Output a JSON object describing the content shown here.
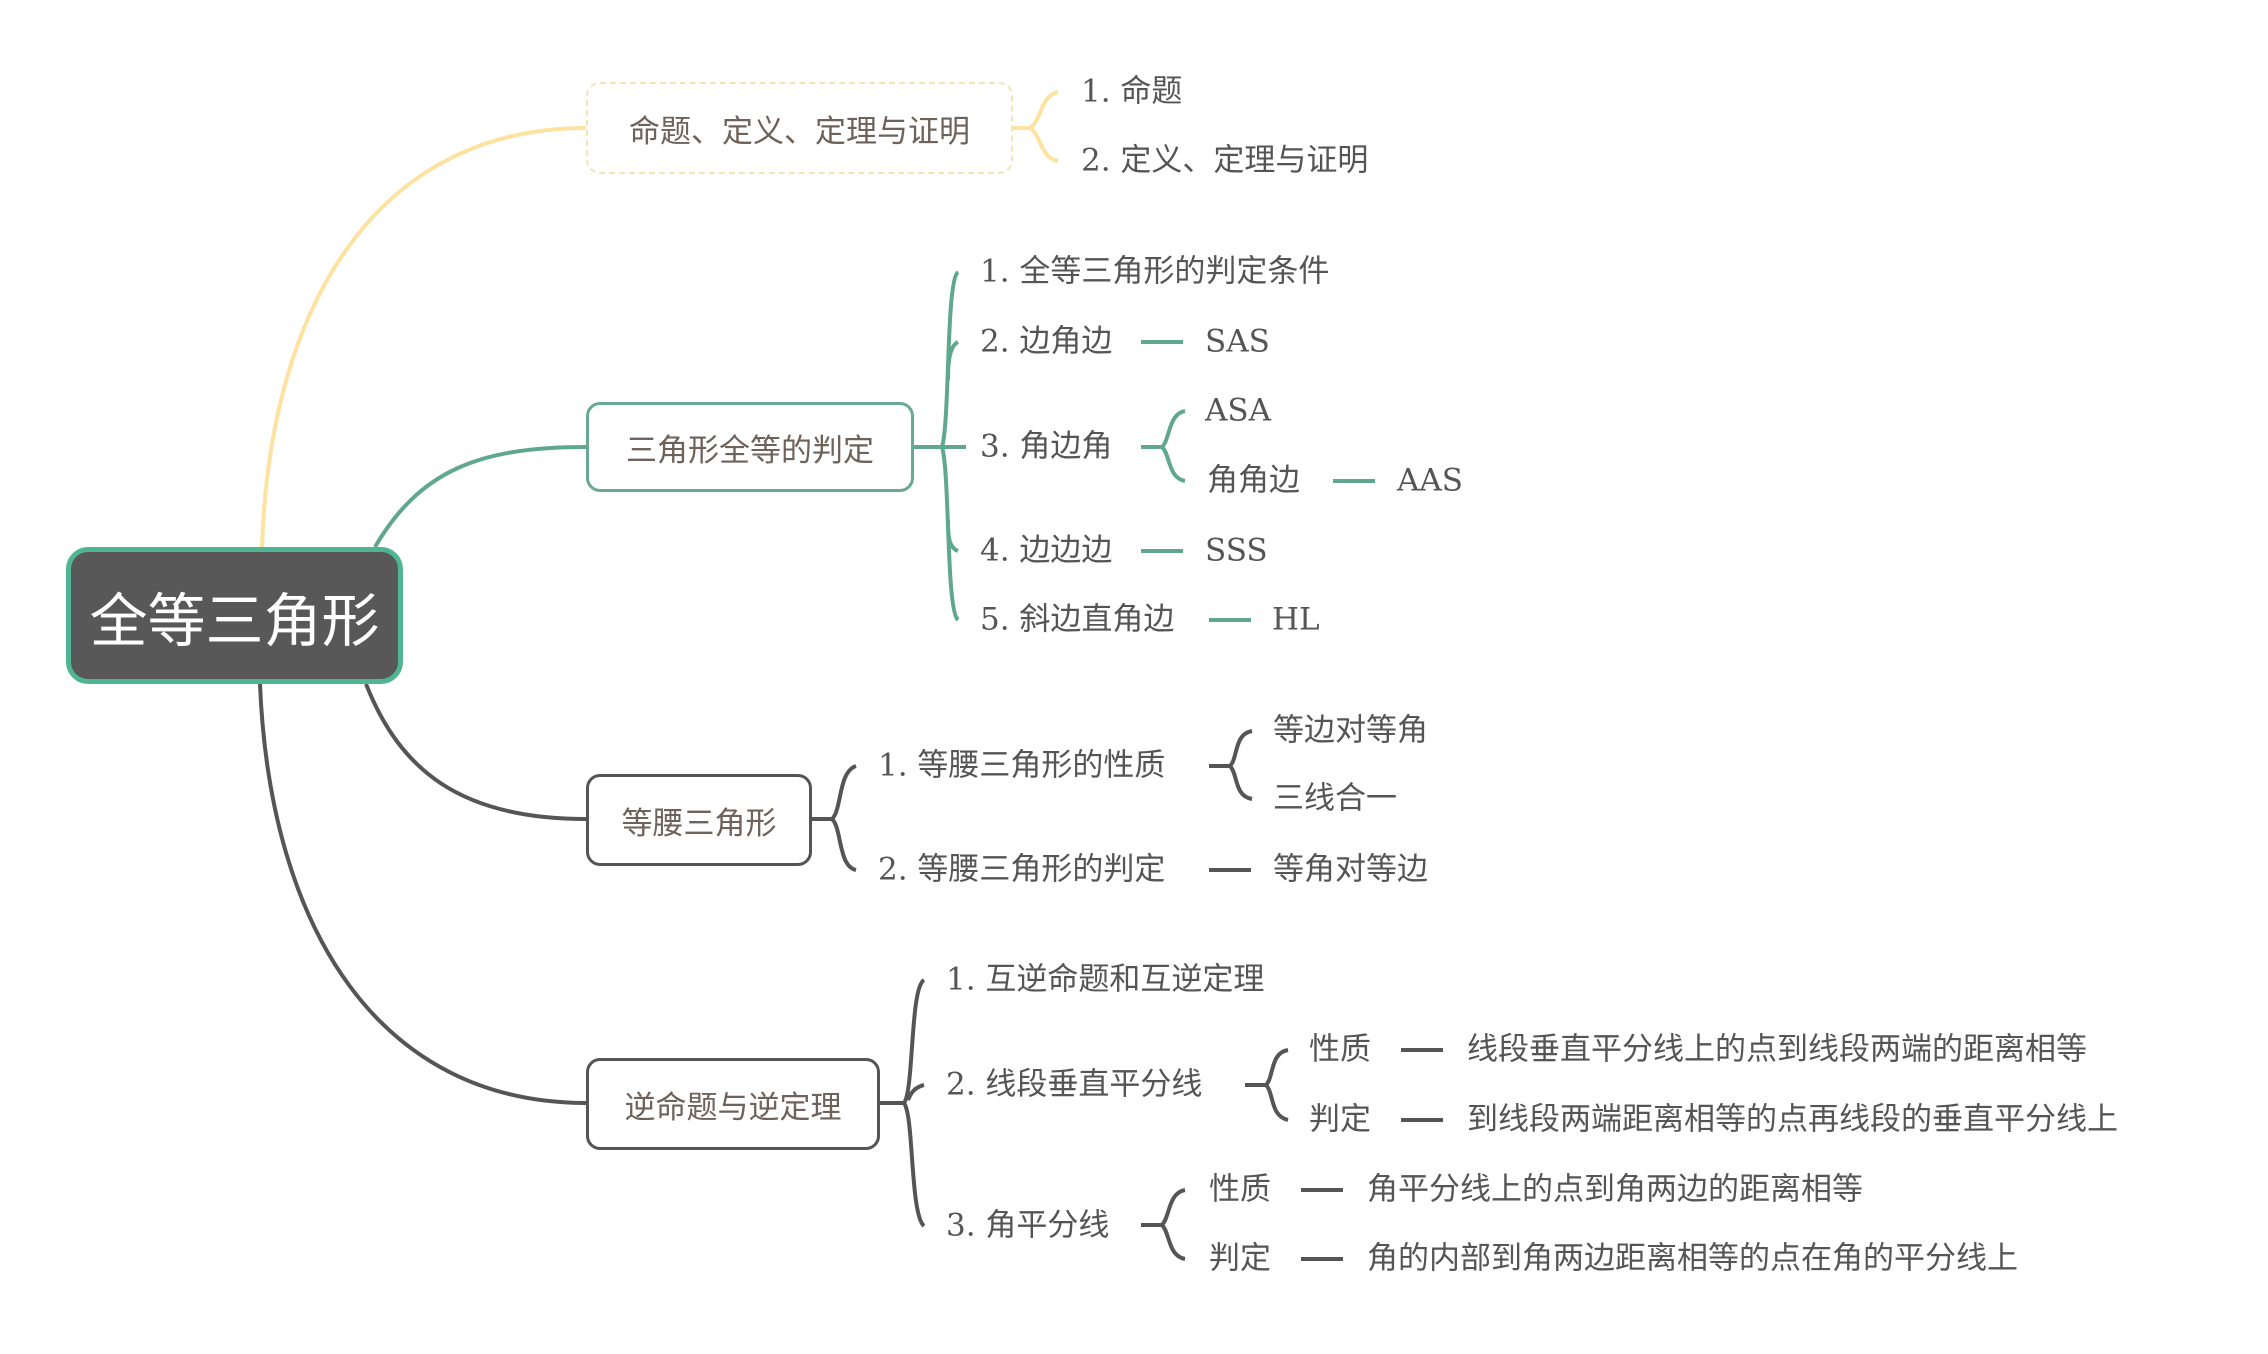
{
  "colors": {
    "root_fill": "#585858",
    "root_border": "#4fb594",
    "yellow_branch": "#fde2a0",
    "teal_branch": "#5fa88d",
    "dark_branch": "#555555",
    "text": "#555555",
    "topic_text": "#6e625a"
  },
  "root": {
    "label": "全等三角形"
  },
  "branches": [
    {
      "label": "命题、定义、定理与证明",
      "children": [
        {
          "label": "1. 命题"
        },
        {
          "label": "2. 定义、定理与证明"
        }
      ]
    },
    {
      "label": "三角形全等的判定",
      "children": [
        {
          "label": "1. 全等三角形的判定条件"
        },
        {
          "label": "2. 边角边",
          "note": "SAS"
        },
        {
          "label": "3. 角边角",
          "children": [
            {
              "label": "ASA"
            },
            {
              "label": "角角边",
              "note": "AAS"
            }
          ]
        },
        {
          "label": "4. 边边边",
          "note": "SSS"
        },
        {
          "label": "5. 斜边直角边",
          "note": "HL"
        }
      ]
    },
    {
      "label": "等腰三角形",
      "children": [
        {
          "label": "1. 等腰三角形的性质",
          "children": [
            {
              "label": "等边对等角"
            },
            {
              "label": "三线合一"
            }
          ]
        },
        {
          "label": "2. 等腰三角形的判定",
          "note": "等角对等边"
        }
      ]
    },
    {
      "label": "逆命题与逆定理",
      "children": [
        {
          "label": "1. 互逆命题和互逆定理"
        },
        {
          "label": "2. 线段垂直平分线",
          "children": [
            {
              "label": "性质",
              "note": "线段垂直平分线上的点到线段两端的距离相等"
            },
            {
              "label": "判定",
              "note": "到线段两端距离相等的点再线段的垂直平分线上"
            }
          ]
        },
        {
          "label": "3. 角平分线",
          "children": [
            {
              "label": "性质",
              "note": "角平分线上的点到角两边的距离相等"
            },
            {
              "label": "判定",
              "note": "角的内部到角两边距离相等的点在角的平分线上"
            }
          ]
        }
      ]
    }
  ]
}
